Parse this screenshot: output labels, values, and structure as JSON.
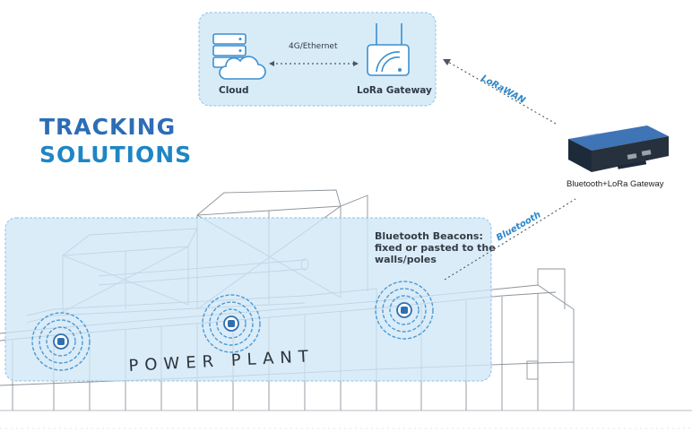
{
  "title": {
    "line1": "TRACKING",
    "line2": "SOLUTIONS"
  },
  "network_box": {
    "cloud_label": "Cloud",
    "link_label": "4G/Ethernet",
    "gateway_label": "LoRa Gateway"
  },
  "links": {
    "lorawan": "LoRaWAN",
    "bluetooth": "Bluetooth"
  },
  "device": {
    "label": "Bluetooth+LoRa Gateway"
  },
  "beacons": {
    "line1": "Bluetooth Beacons:",
    "line2": "fixed or pasted to the",
    "line3": "walls/poles"
  },
  "plant": {
    "sign": "POWER PLANT"
  },
  "colors": {
    "title_dark": "#2c6db7",
    "title_light": "#1e86c4",
    "panel_fill": "#d8ecf8",
    "link_blue": "#2d86c9",
    "beacon_ring": "#4a9ad6"
  }
}
